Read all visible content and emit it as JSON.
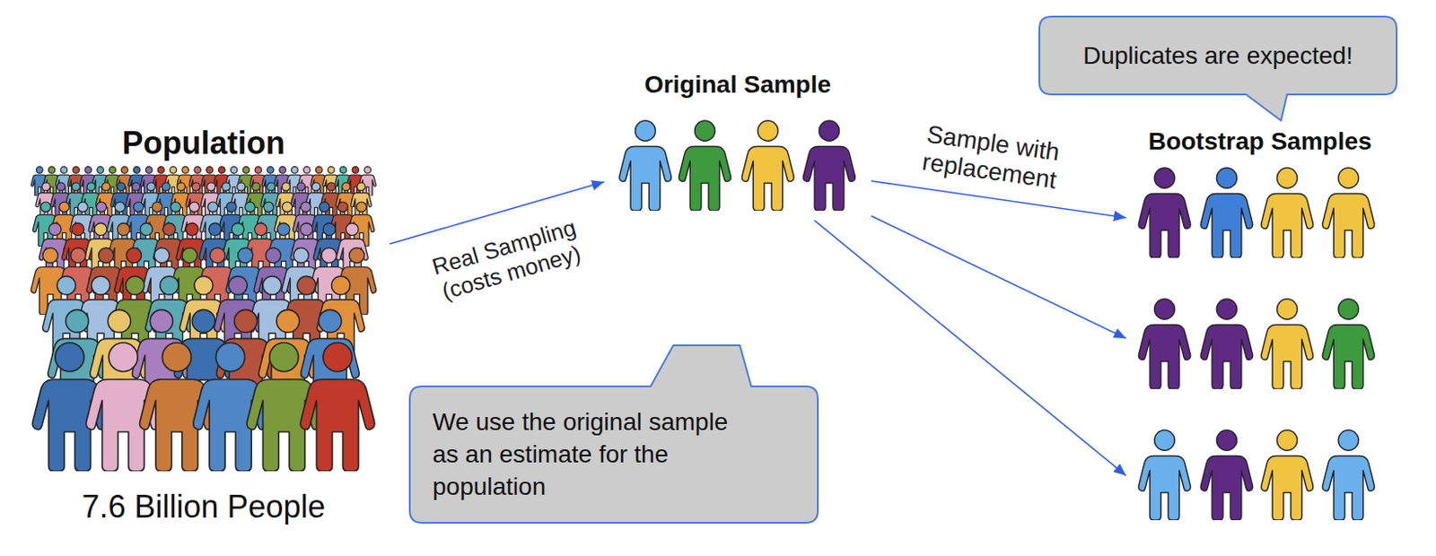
{
  "diagram": {
    "nodes": [
      {
        "text": [
          "Population",
          "7.6 Billion People"
        ]
      },
      {
        "text": [
          "Original Sample"
        ]
      },
      {
        "text": [
          "Bootstrap Samples"
        ]
      },
      {
        "text": [
          "Duplicates are expected!"
        ]
      },
      {
        "text": [
          "We use the original sample as an estimate for the population"
        ]
      }
    ],
    "edges": [
      {
        "from": 0,
        "to": 1,
        "label": "Real Sampling (costs money)",
        "arrow": "to"
      },
      {
        "from": 1,
        "to": 2,
        "label": "Sample with replacement",
        "arrow": "to"
      },
      {
        "from": 1,
        "to": 2,
        "arrow": "to"
      },
      {
        "from": 1,
        "to": 2,
        "arrow": "to"
      }
    ]
  }
}
